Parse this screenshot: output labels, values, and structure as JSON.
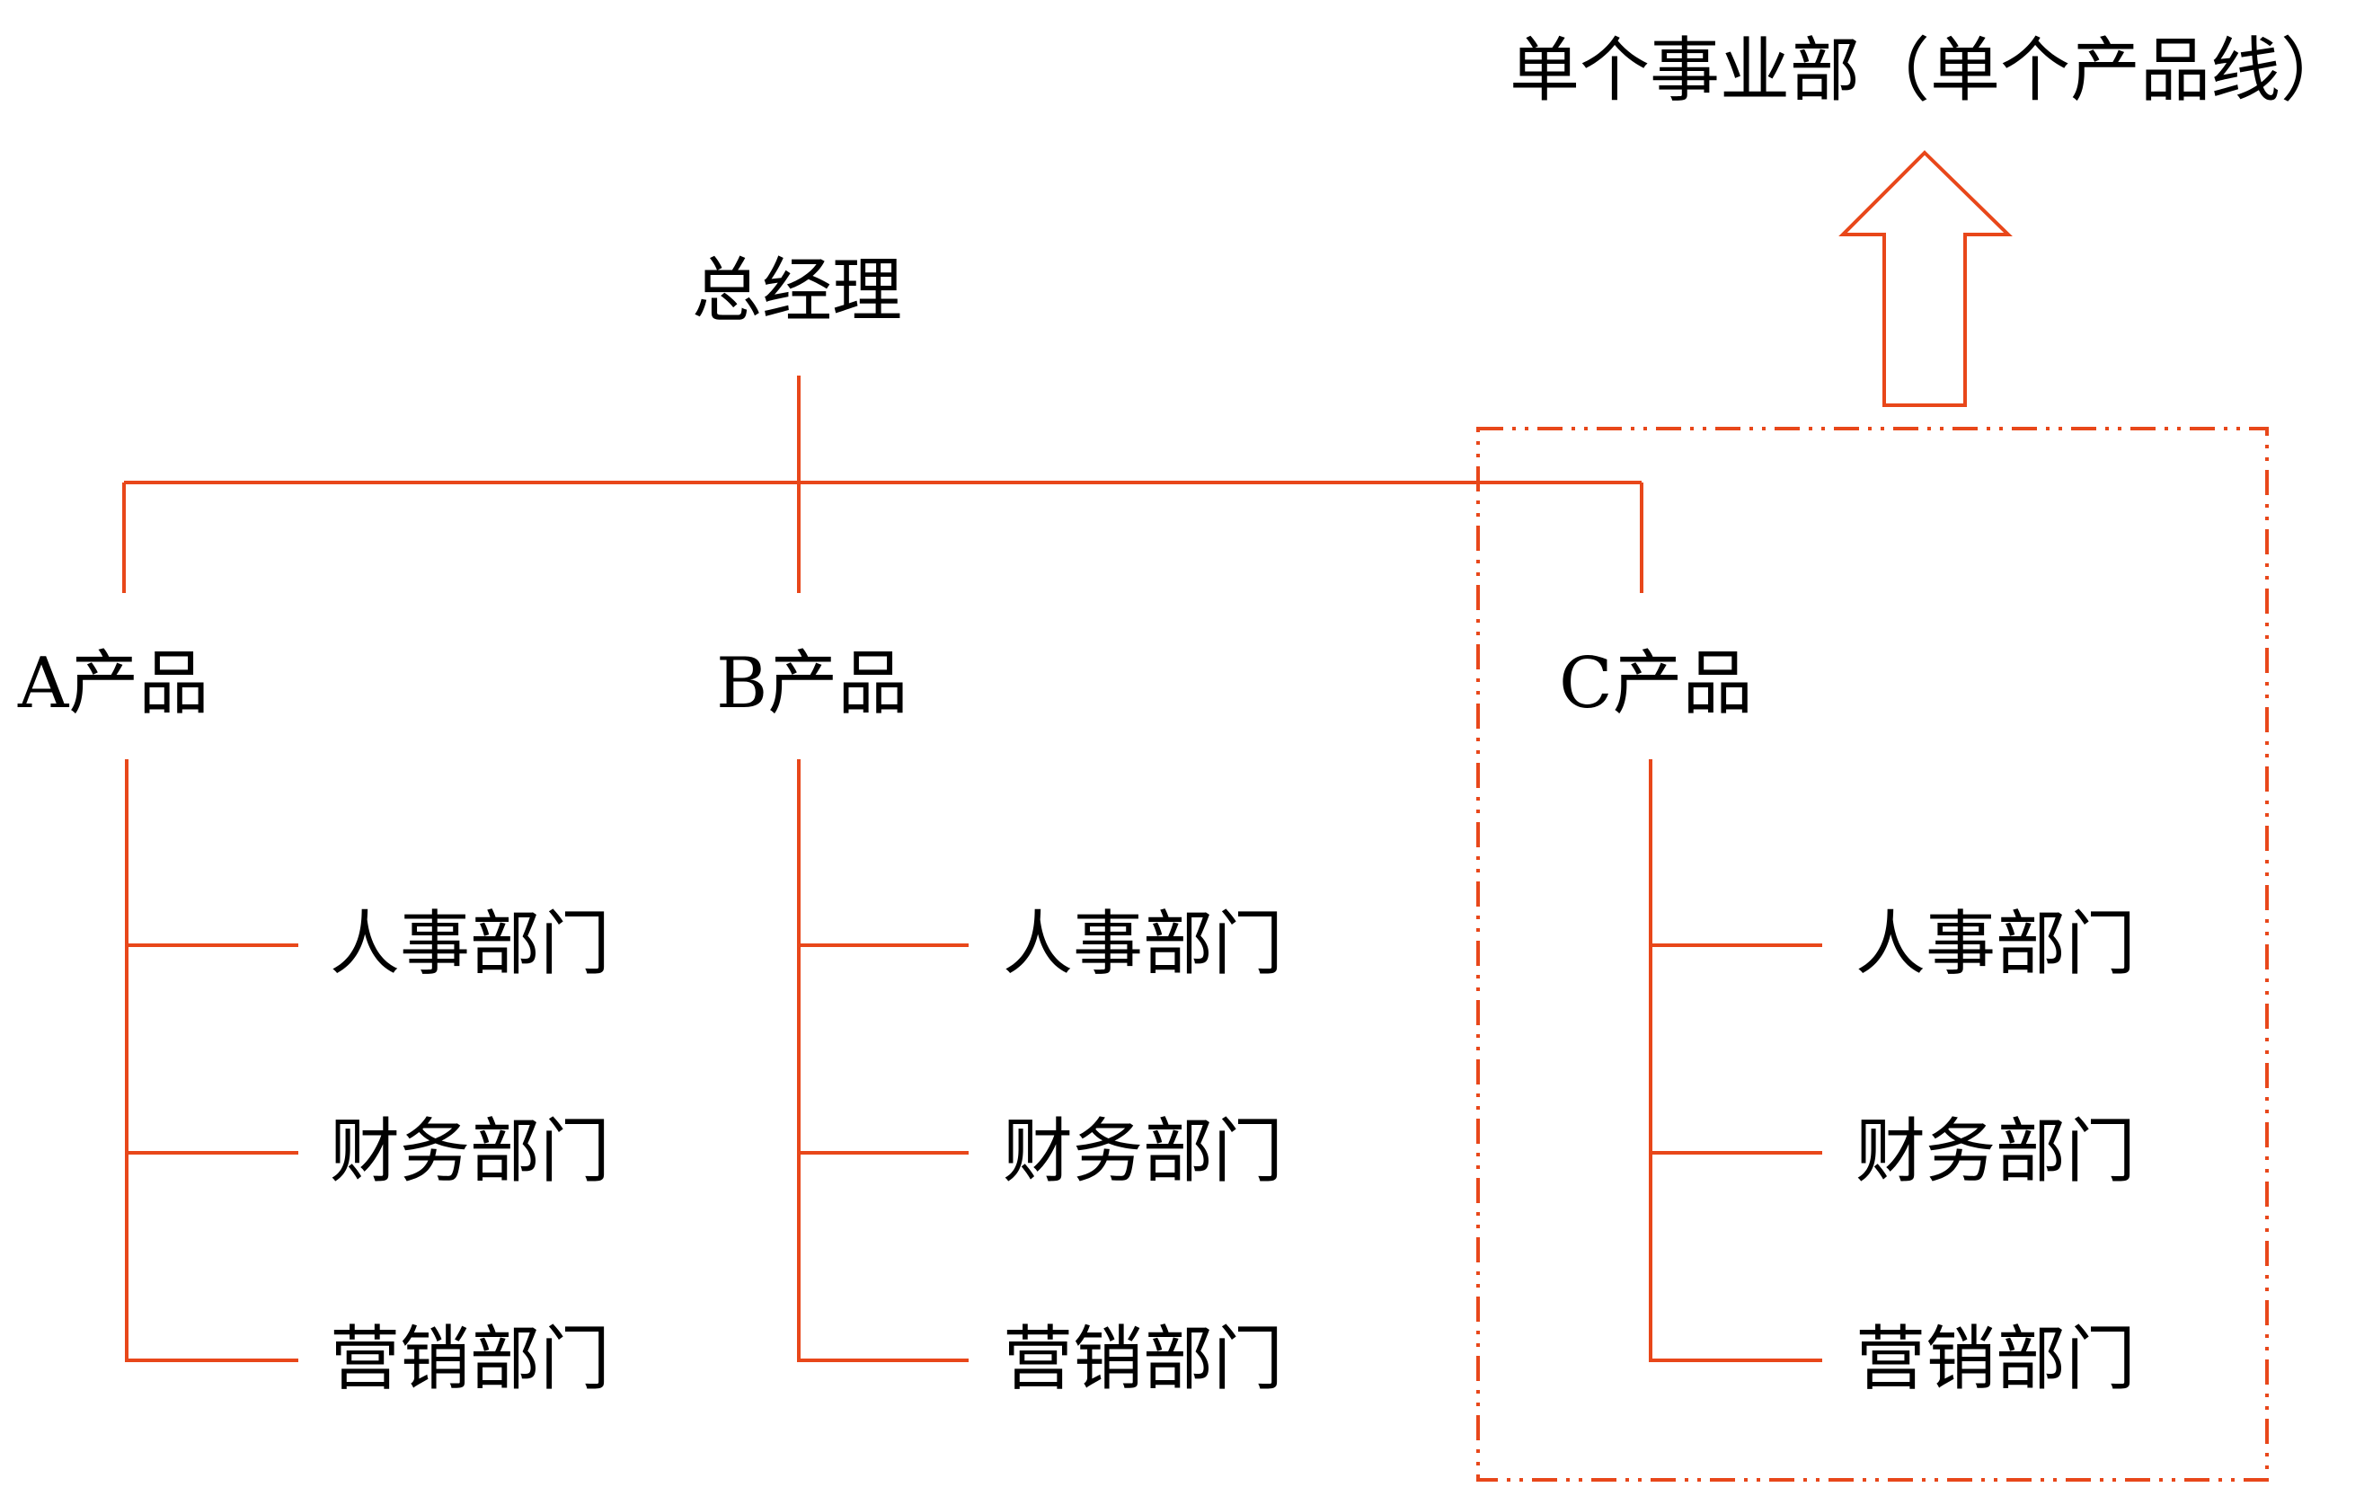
{
  "diagram": {
    "top_label": "单个事业部（单个产品线）",
    "root": "总经理",
    "products": [
      {
        "name": "A产品",
        "departments": [
          "人事部门",
          "财务部门",
          "营销部门"
        ]
      },
      {
        "name": "B产品",
        "departments": [
          "人事部门",
          "财务部门",
          "营销部门"
        ]
      },
      {
        "name": "C产品",
        "departments": [
          "人事部门",
          "财务部门",
          "营销部门"
        ],
        "highlighted": true
      }
    ],
    "highlight_annotation": "C产品 group enclosed in dash-dot box with up arrow to top label",
    "colors": {
      "line": "#e8471a",
      "text": "#000000",
      "background": "#ffffff"
    }
  }
}
